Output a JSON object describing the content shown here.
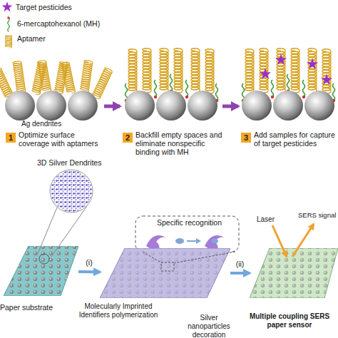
{
  "diagram": {
    "nodes": [
      {
        "text": [
          "1",
          "Optimize surface coverage with aptamers"
        ]
      },
      {
        "text": [
          "2",
          "Backfill empty spaces and eliminate nonspecific binding with MH"
        ]
      },
      {
        "text": [
          "3",
          "Add samples for capture of target pesticides"
        ]
      },
      {
        "text": [
          "Paper substrate"
        ]
      },
      {
        "text": [
          "Specific recognition"
        ]
      },
      {
        "text": [
          "Multiple coupling SERS paper sensor"
        ]
      }
    ],
    "edges": [
      {
        "from": 0,
        "to": 1,
        "arrow": "to"
      },
      {
        "from": 1,
        "to": 2,
        "arrow": "to"
      },
      {
        "from": 3,
        "to": 4,
        "label": "(i)",
        "arrow": "to"
      },
      {
        "from": 4,
        "to": 5,
        "label": "(ii)",
        "arrow": "to"
      }
    ],
    "labels": [
      "Ag dendrites",
      "3D Silver Dendrites",
      "Molecularly Imprinted Identifiers polymerization",
      "Silver nanoparticles decoration",
      "Laser",
      "SERS signal"
    ],
    "legend": [
      {
        "text": "Target pesticides"
      },
      {
        "text": "6-mercaptohexanol (MH)"
      },
      {
        "text": "Aptamer"
      }
    ]
  }
}
